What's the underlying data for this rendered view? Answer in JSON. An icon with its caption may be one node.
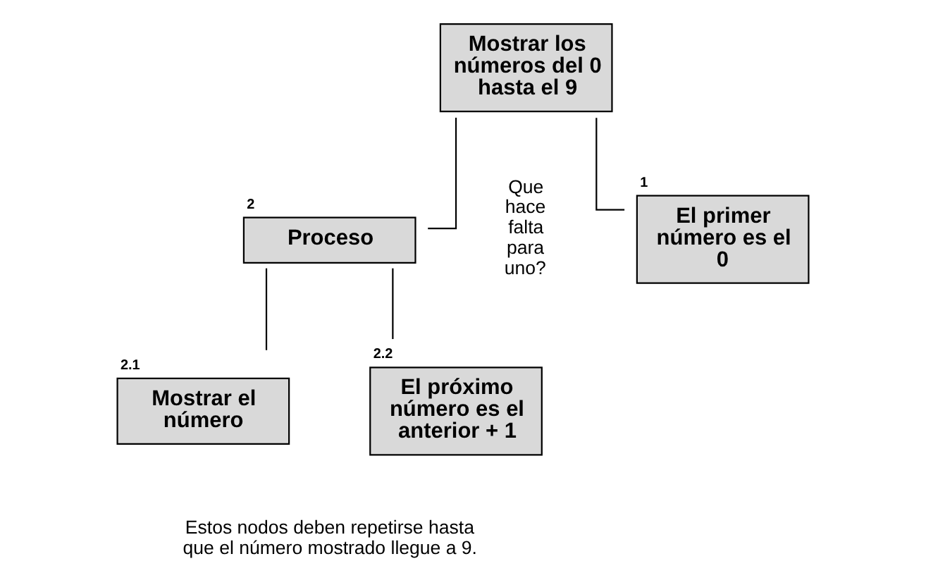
{
  "diagram": {
    "nodes": [
      {
        "text": [
          "Mostrar los números del 0 hasta el 9"
        ]
      },
      {
        "text": [
          "El primer número es el 0"
        ],
        "beside": [
          "1"
        ]
      },
      {
        "text": [
          "Proceso"
        ],
        "beside": [
          "2"
        ]
      },
      {
        "text": [
          "Mostrar el número"
        ],
        "beside": [
          "2.1"
        ]
      },
      {
        "text": [
          "El próximo número es el anterior + 1"
        ],
        "beside": [
          "2.2"
        ]
      }
    ],
    "edges": [
      {
        "from": 0,
        "to": 1,
        "arrow": "none"
      },
      {
        "from": 0,
        "to": 2,
        "arrow": "none"
      },
      {
        "from": 2,
        "to": 3,
        "arrow": "none"
      },
      {
        "from": 2,
        "to": 4,
        "arrow": "none"
      }
    ],
    "labels": [
      "Que hace falta para uno?",
      "Estos nodos deben repetirse hasta que el número mostrado llegue a 9."
    ]
  }
}
